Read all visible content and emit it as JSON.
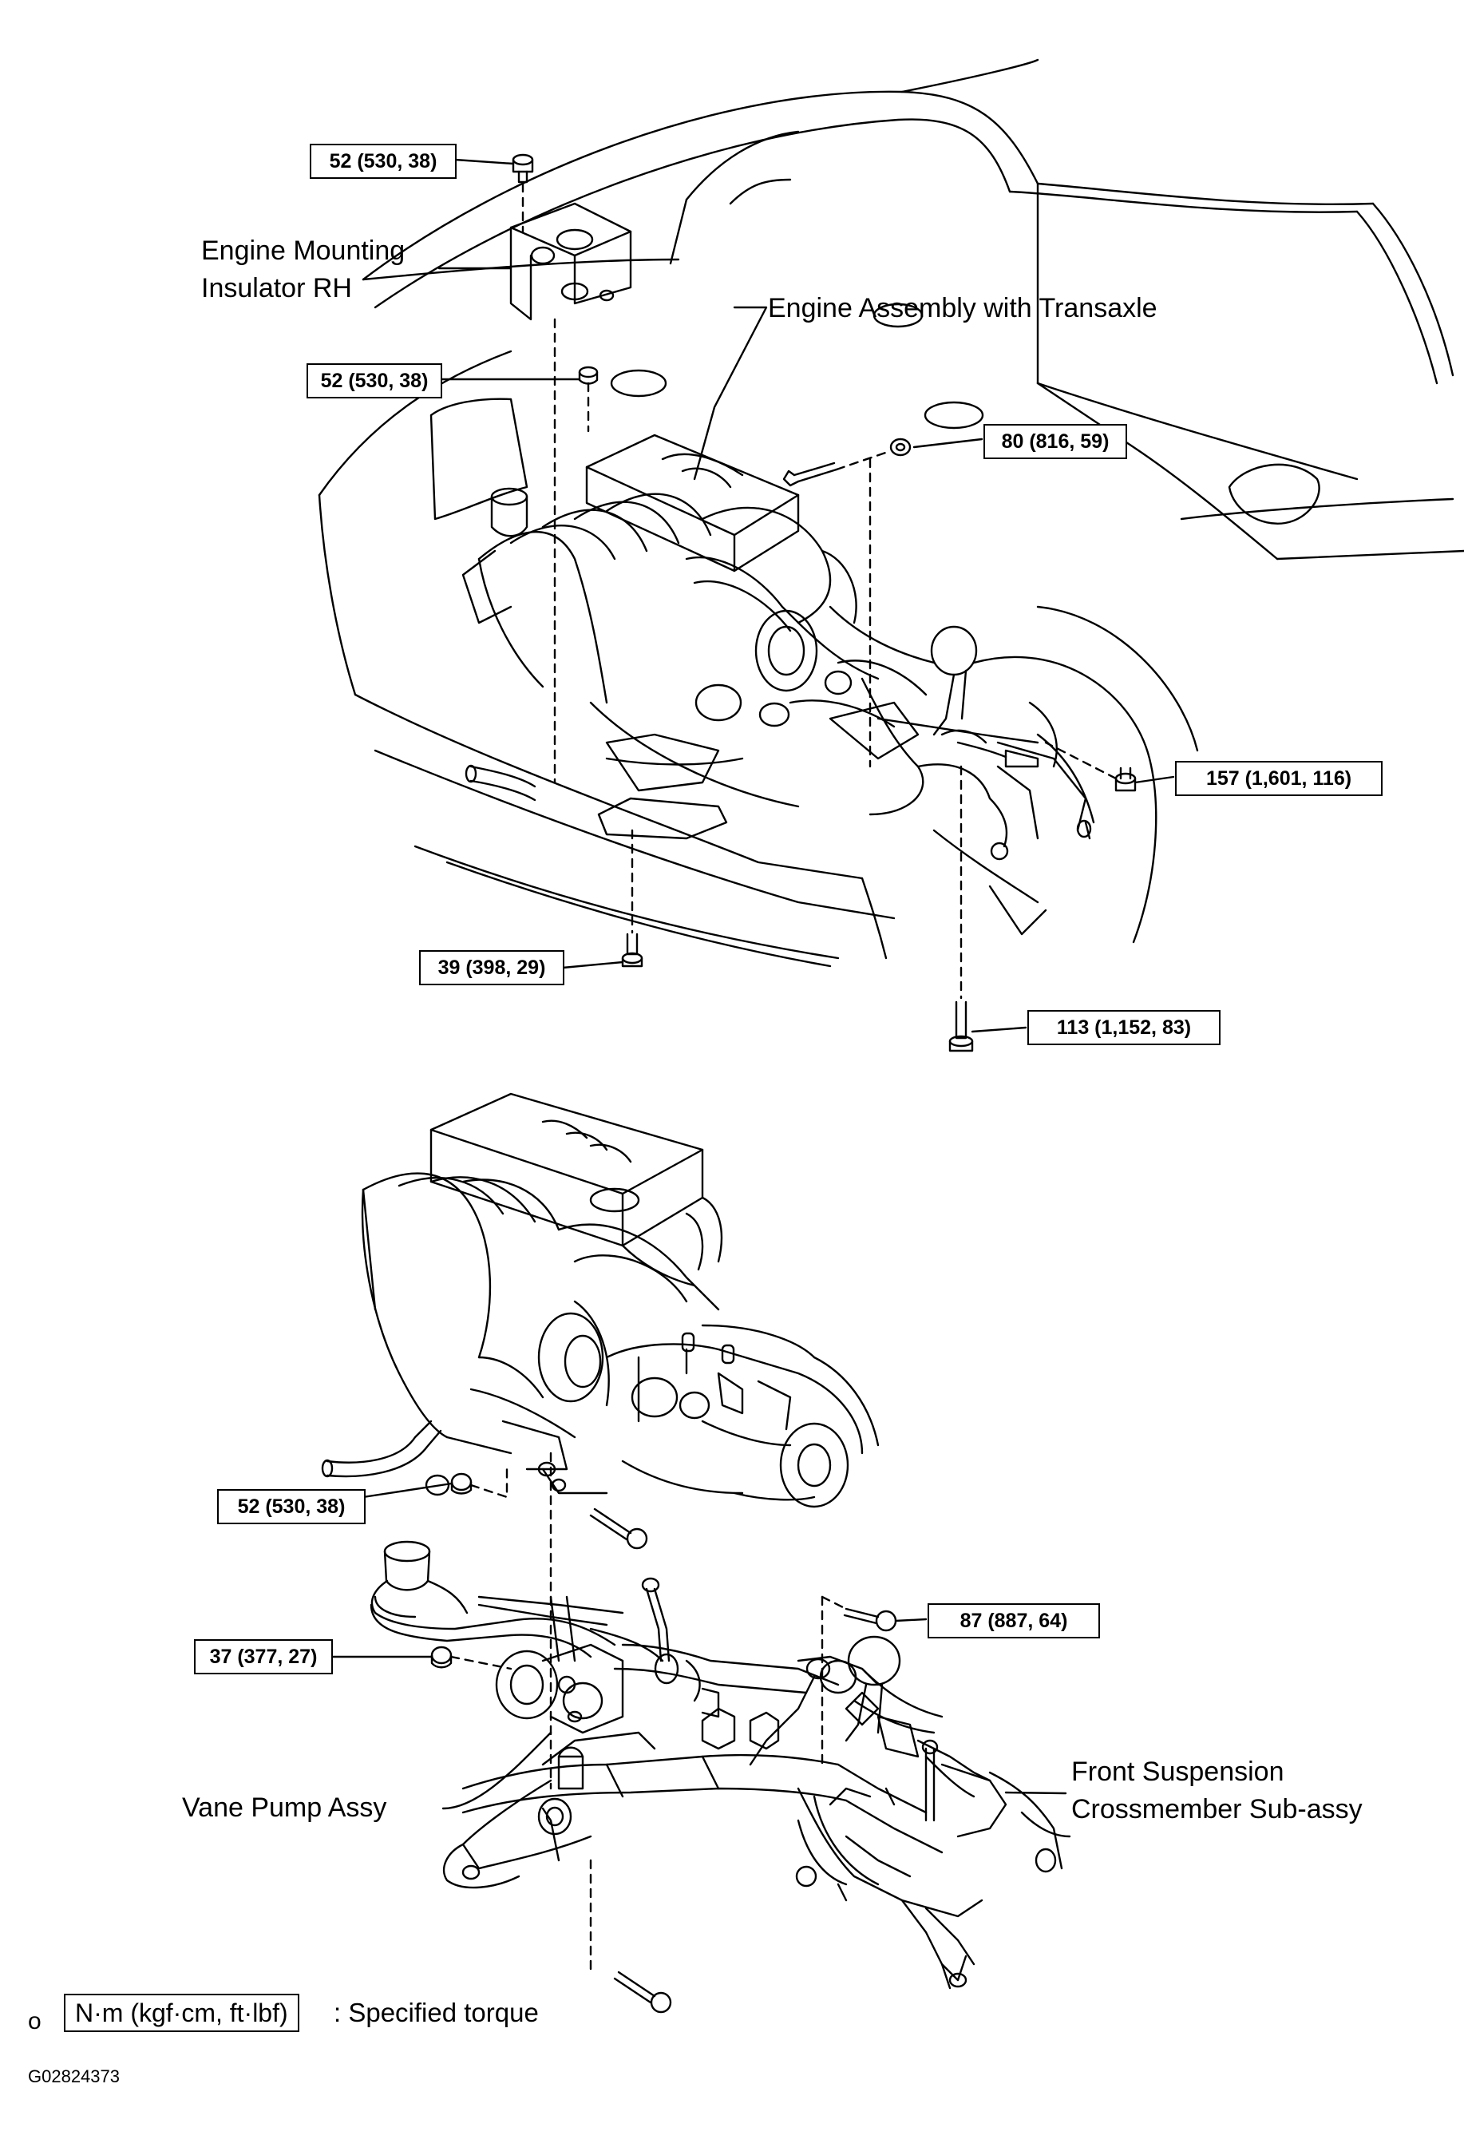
{
  "labels": {
    "engine_mount": "Engine Mounting Insulator RH",
    "engine_mount_line1": "Engine Mounting",
    "engine_mount_line2": "Insulator RH",
    "engine_assembly": "Engine Assembly with Transaxle",
    "vane_pump": "Vane Pump Assy",
    "crossmember_line1": "Front Suspension",
    "crossmember_line2": "Crossmember  Sub-assy"
  },
  "torque_boxes": {
    "mount_top_bolt": "52 (530, 38)",
    "mount_nut": "52 (530, 38)",
    "upper_bolt": "80 (816, 59)",
    "right_bolt": "157 (1,601, 116)",
    "lower_left_bolt": "39 (398, 29)",
    "lower_right_bolt": "113 (1,152, 83)",
    "pump_upper": "52 (530, 38)",
    "pump_nut": "37 (377, 27)",
    "crossmember_bolt": "87 (887, 64)"
  },
  "legend": {
    "marker": "o",
    "unit_box": "N·m (kgf·cm, ft·lbf)",
    "text": ": Specified torque"
  },
  "figure_id": "G02824373"
}
